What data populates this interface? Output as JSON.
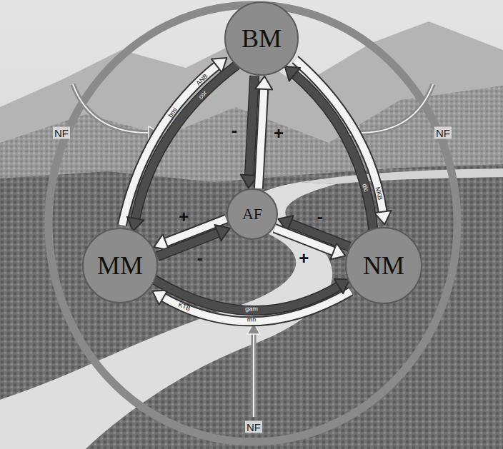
{
  "diagram": {
    "nodes": [
      {
        "text": [
          "BM"
        ]
      },
      {
        "text": [
          "AF"
        ]
      },
      {
        "text": [
          "MM"
        ]
      },
      {
        "text": [
          "NM"
        ]
      }
    ],
    "edges": [
      {
        "from": 2,
        "to": 0,
        "arrow": "to",
        "label": "ANB"
      },
      {
        "from": 0,
        "to": 2,
        "arrow": "to",
        "label": "cor"
      },
      {
        "from": 0,
        "to": 3,
        "arrow": "to",
        "label": "NKB"
      },
      {
        "from": 3,
        "to": 0,
        "arrow": "to",
        "label": "dic"
      },
      {
        "from": 3,
        "to": 2,
        "arrow": "to",
        "label": "KTB"
      },
      {
        "from": 2,
        "to": 3,
        "arrow": "to",
        "label": "gam"
      },
      {
        "from": 0,
        "to": 1,
        "arrow": "to",
        "label": "-"
      },
      {
        "from": 1,
        "to": 0,
        "arrow": "to",
        "label": "+"
      },
      {
        "from": 1,
        "to": 2,
        "arrow": "to",
        "label": "+"
      },
      {
        "from": 2,
        "to": 1,
        "arrow": "to",
        "label": "-"
      },
      {
        "from": 3,
        "to": 1,
        "arrow": "to",
        "label": "-"
      },
      {
        "from": 1,
        "to": 3,
        "arrow": "to",
        "label": "+"
      }
    ],
    "labels": [
      "NF",
      "NF",
      "NF",
      "bmi",
      "mn"
    ]
  }
}
